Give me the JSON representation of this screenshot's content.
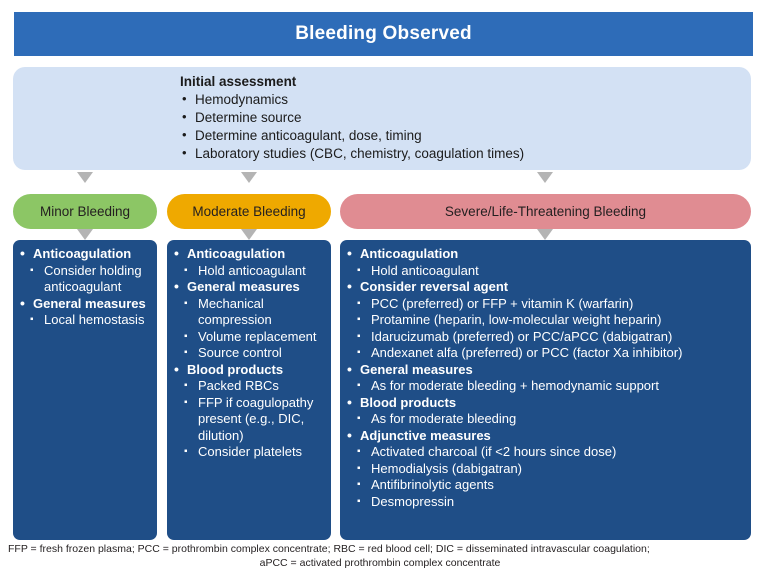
{
  "title": {
    "text": "Bleeding Observed"
  },
  "initial_assessment": {
    "heading": "Initial assessment",
    "items": [
      "Hemodynamics",
      "Determine source",
      "Determine anticoagulant, dose, timing",
      "Laboratory studies (CBC, chemistry, coagulation times)"
    ]
  },
  "categories": [
    {
      "label": "Minor Bleeding"
    },
    {
      "label": "Moderate Bleeding"
    },
    {
      "label": "Severe/Life-Threatening Bleeding"
    }
  ],
  "minor": {
    "groups": [
      {
        "heading": "Anticoagulation",
        "items": [
          "Consider holding anticoagulant"
        ]
      },
      {
        "heading": "General measures",
        "items": [
          "Local hemostasis"
        ]
      }
    ]
  },
  "moderate": {
    "groups": [
      {
        "heading": "Anticoagulation",
        "items": [
          "Hold anticoagulant"
        ]
      },
      {
        "heading": "General measures",
        "items": [
          "Mechanical compression",
          "Volume replacement",
          "Source control"
        ]
      },
      {
        "heading": "Blood products",
        "items": [
          "Packed RBCs",
          "FFP if coagulopathy present (e.g., DIC, dilution)",
          "Consider platelets"
        ]
      }
    ]
  },
  "severe": {
    "groups": [
      {
        "heading": "Anticoagulation",
        "items": [
          "Hold anticoagulant"
        ]
      },
      {
        "heading": "Consider reversal agent",
        "items": [
          "PCC (preferred) or FFP + vitamin K (warfarin)",
          "Protamine (heparin, low-molecular weight heparin)",
          "Idarucizumab (preferred) or PCC/aPCC (dabigatran)",
          "Andexanet alfa (preferred) or PCC (factor Xa inhibitor)"
        ]
      },
      {
        "heading": "General measures",
        "items": [
          "As for moderate bleeding + hemodynamic support"
        ]
      },
      {
        "heading": "Blood products",
        "items": [
          "As for moderate bleeding"
        ]
      },
      {
        "heading": "Adjunctive measures",
        "items": [
          "Activated charcoal (if <2 hours since dose)",
          "Hemodialysis (dabigatran)",
          "Antifibrinolytic agents",
          "Desmopressin"
        ]
      }
    ]
  },
  "footnote": {
    "line1": "FFP = fresh frozen plasma; PCC = prothrombin complex concentrate; RBC = red blood cell; DIC = disseminated intravascular coagulation;",
    "line2": "aPCC = activated prothrombin complex concentrate"
  },
  "colors": {
    "title_bar": "#2e6cb8",
    "assessment_panel": "#d3e1f4",
    "minor": "#8cc665",
    "moderate": "#efa900",
    "severe": "#e08c92",
    "detail_box": "#1f4e87",
    "arrow": "#b4b4b4"
  }
}
